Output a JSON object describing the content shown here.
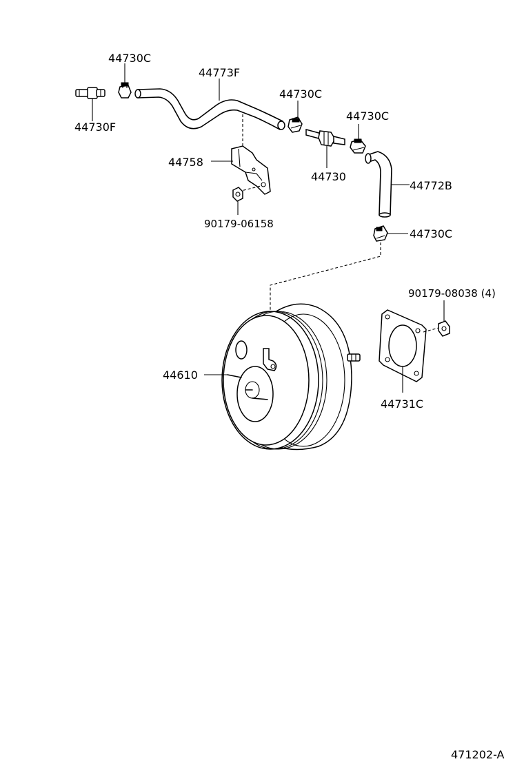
{
  "diagram": {
    "reference_code": "471202-A",
    "parts": {
      "clip_top_left": "44730C",
      "hose_upper": "44773F",
      "clip_mid": "44730C",
      "clip_right": "44730C",
      "connector_left": "44730F",
      "bracket": "44758",
      "check_valve": "44730",
      "hose_right": "44772B",
      "bracket_nut": "90179-06158",
      "clip_booster": "44730C",
      "booster_nut": "90179-08038 (4)",
      "brake_booster": "44610",
      "gasket": "44731C"
    },
    "colors": {
      "line": "#000000",
      "background": "#ffffff"
    }
  }
}
